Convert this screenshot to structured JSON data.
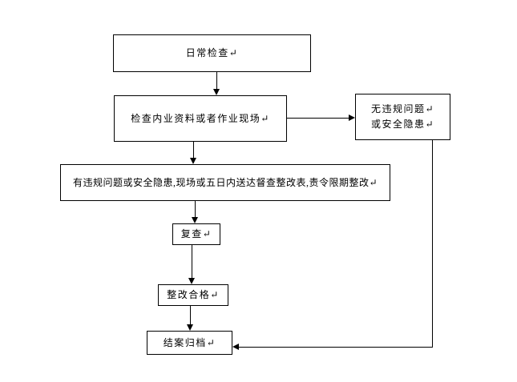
{
  "diagram": {
    "type": "flowchart",
    "background_color": "#ffffff",
    "line_color": "#000000",
    "nodes": {
      "daily_check": {
        "label": "日常检查↵"
      },
      "check_materials": {
        "label": "检查内业资料或者作业现场↵"
      },
      "no_violation": {
        "label": "无违规问题↵\n或安全隐患↵"
      },
      "violation_found": {
        "label": "有违规问题或安全隐患,现场或五日内送达督查整改表,责令限期整改↵"
      },
      "recheck": {
        "label": "复查↵"
      },
      "rectified": {
        "label": "整改合格↵"
      },
      "archive": {
        "label": "结案归档↵"
      }
    },
    "edges": [
      {
        "from": "daily_check",
        "to": "check_materials"
      },
      {
        "from": "check_materials",
        "to": "no_violation"
      },
      {
        "from": "check_materials",
        "to": "violation_found"
      },
      {
        "from": "violation_found",
        "to": "recheck"
      },
      {
        "from": "recheck",
        "to": "rectified"
      },
      {
        "from": "rectified",
        "to": "archive"
      },
      {
        "from": "no_violation",
        "to": "archive"
      }
    ]
  }
}
